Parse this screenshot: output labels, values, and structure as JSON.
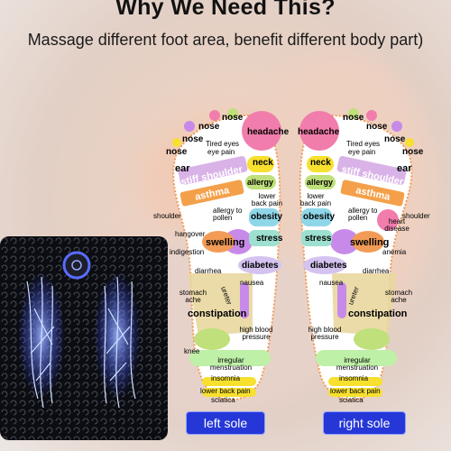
{
  "header": {
    "title": "Why We Need This?",
    "subtitle": "Massage different foot area, benefit different body part)"
  },
  "zones": {
    "nose_top": "nose",
    "nose_mid": "nose",
    "nose_small": "nose",
    "nose_outer": "nose",
    "headache": "headache",
    "tired_eyes": "Tired eyes",
    "eye_pain": "eye pain",
    "ear": "ear",
    "neck": "neck",
    "stiff_shoulder": "stiff shoulder",
    "allergy": "allergy",
    "asthma": "asthma",
    "lower_back_pain": "lower back pain",
    "shoulder": "shoulder",
    "allergy_to_pollen": "allergy to pollen",
    "obesity": "obesity",
    "heart_disease": "heart disease",
    "hangover": "hangover",
    "swelling": "swelling",
    "stress": "stress",
    "indigestion": "indigestion",
    "anemia": "anemia",
    "diarrhea": "diarrhea",
    "diabetes": "diabetes",
    "ureter": "ureter",
    "nausea": "nausea",
    "stomach_ache": "stomach ache",
    "constipation": "constipation",
    "knee": "knee",
    "high_blood_pressure": "high blood pressure",
    "irregular_menstruation": "irregular menstruation",
    "insomnia": "insomnia",
    "sciatica": "sciatica"
  },
  "labels": {
    "left_sole": "left sole",
    "right_sole": "right sole"
  },
  "colors": {
    "accent_button": "#2637d8",
    "headache": "#f17dac",
    "neck": "#f7e02e",
    "asthma": "#f4a04a",
    "allergy": "#bfe07a",
    "stiff_shoulder": "#d9b3e8",
    "constipation": "#e8d7a0",
    "diabetes": "#d4c3f0"
  }
}
